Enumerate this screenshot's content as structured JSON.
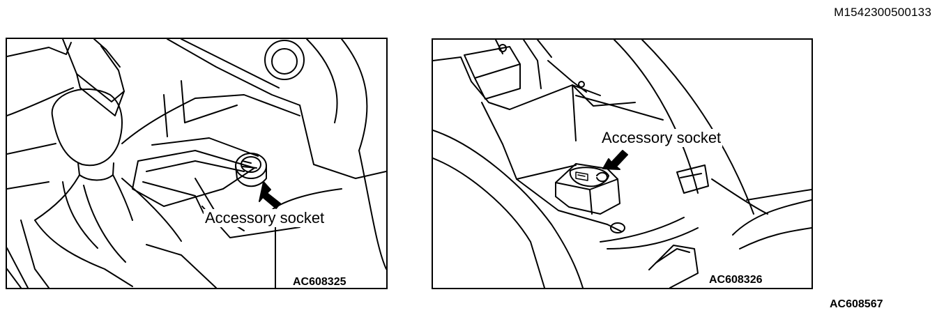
{
  "header": {
    "document_code": "M1542300500133"
  },
  "figures": [
    {
      "callout": "Accessory socket",
      "figure_id": "AC608325"
    },
    {
      "callout": "Accessory socket",
      "figure_id": "AC608326"
    }
  ],
  "footer": {
    "figure_id": "AC608567"
  },
  "colors": {
    "line": "#000000",
    "background": "#ffffff"
  }
}
